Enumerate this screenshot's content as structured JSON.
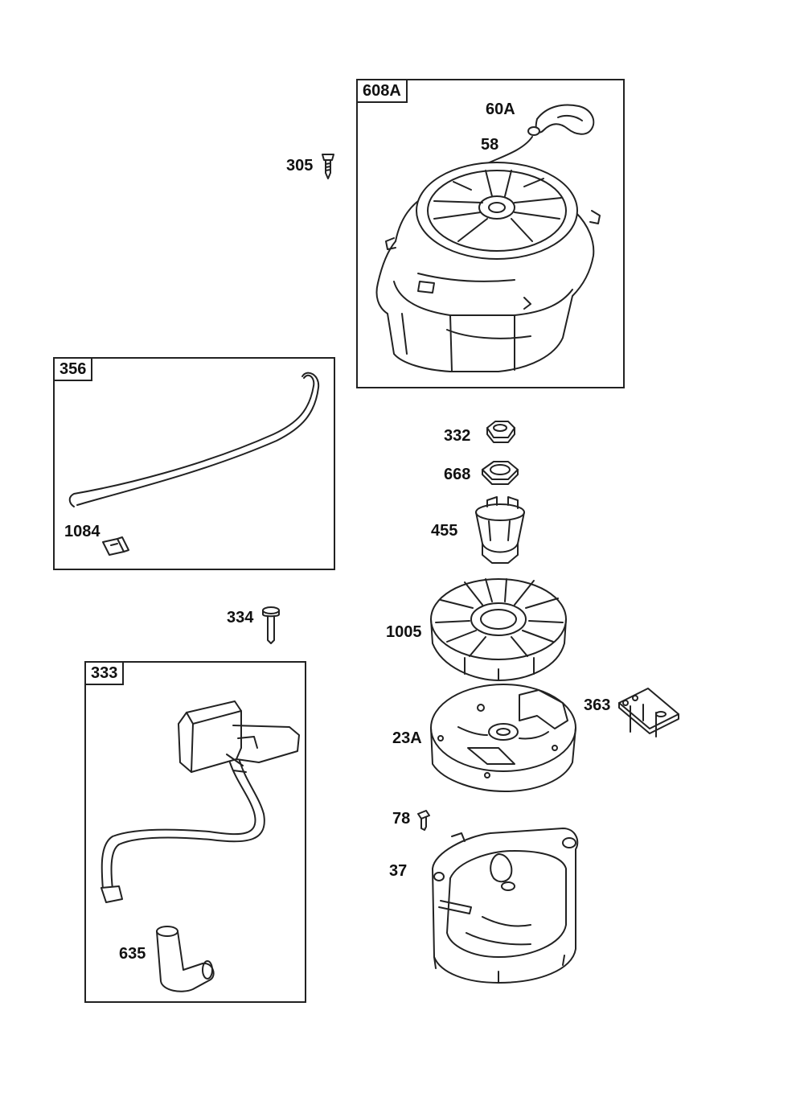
{
  "boxes": {
    "recoil_starter": "608A",
    "wire": "356",
    "ignition": "333"
  },
  "callouts": {
    "p305": "305",
    "p60A": "60A",
    "p58": "58",
    "p332": "332",
    "p668": "668",
    "p455": "455",
    "p1084": "1084",
    "p334": "334",
    "p1005": "1005",
    "p363": "363",
    "p23A": "23A",
    "p78": "78",
    "p37": "37",
    "p635": "635"
  },
  "colors": {
    "ink": "#222222",
    "paper": "#ffffff",
    "shade": "#dddddd"
  }
}
